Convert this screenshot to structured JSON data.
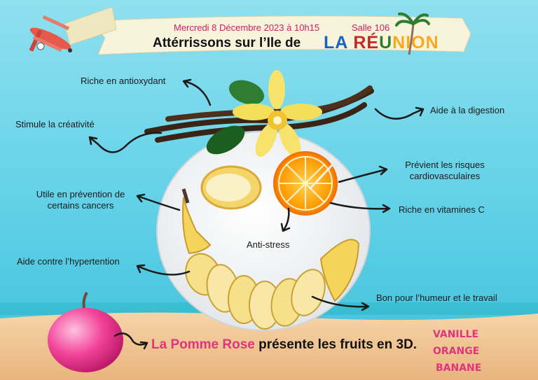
{
  "header": {
    "date_line": "Mercredi 8 Décembre 2023 à 10h15",
    "room": "Salle 106",
    "headline": "Attérrissons sur l’Ile de",
    "logo_parts": [
      "LA",
      " RÉ",
      "U",
      "NION"
    ]
  },
  "benefits": {
    "antioxidant": "Riche en antioxydant",
    "creativity": "Stimule la créativité",
    "digestion": "Aide à la digestion",
    "cardio_line1": "Prévient les risques",
    "cardio_line2": "cardiovasculaires",
    "cancer_line1": "Utile en prévention de",
    "cancer_line2": "certains cancers",
    "vitamin_c": "Riche en vitamines C",
    "anti_stress": "Anti-stress",
    "hypertension": "Aide contre l’hypertention",
    "mood": "Bon pour l’humeur et le travail"
  },
  "footer": {
    "brand": "La Pomme Rose",
    "tagline": " présente les fruits en 3D."
  },
  "fruits": [
    "VANILLE",
    "ORANGE",
    "BANANE"
  ],
  "colors": {
    "sky": "#5ccfe6",
    "sand": "#f2c89a",
    "accent_pink": "#e0357e",
    "date_pink": "#d81b60"
  }
}
